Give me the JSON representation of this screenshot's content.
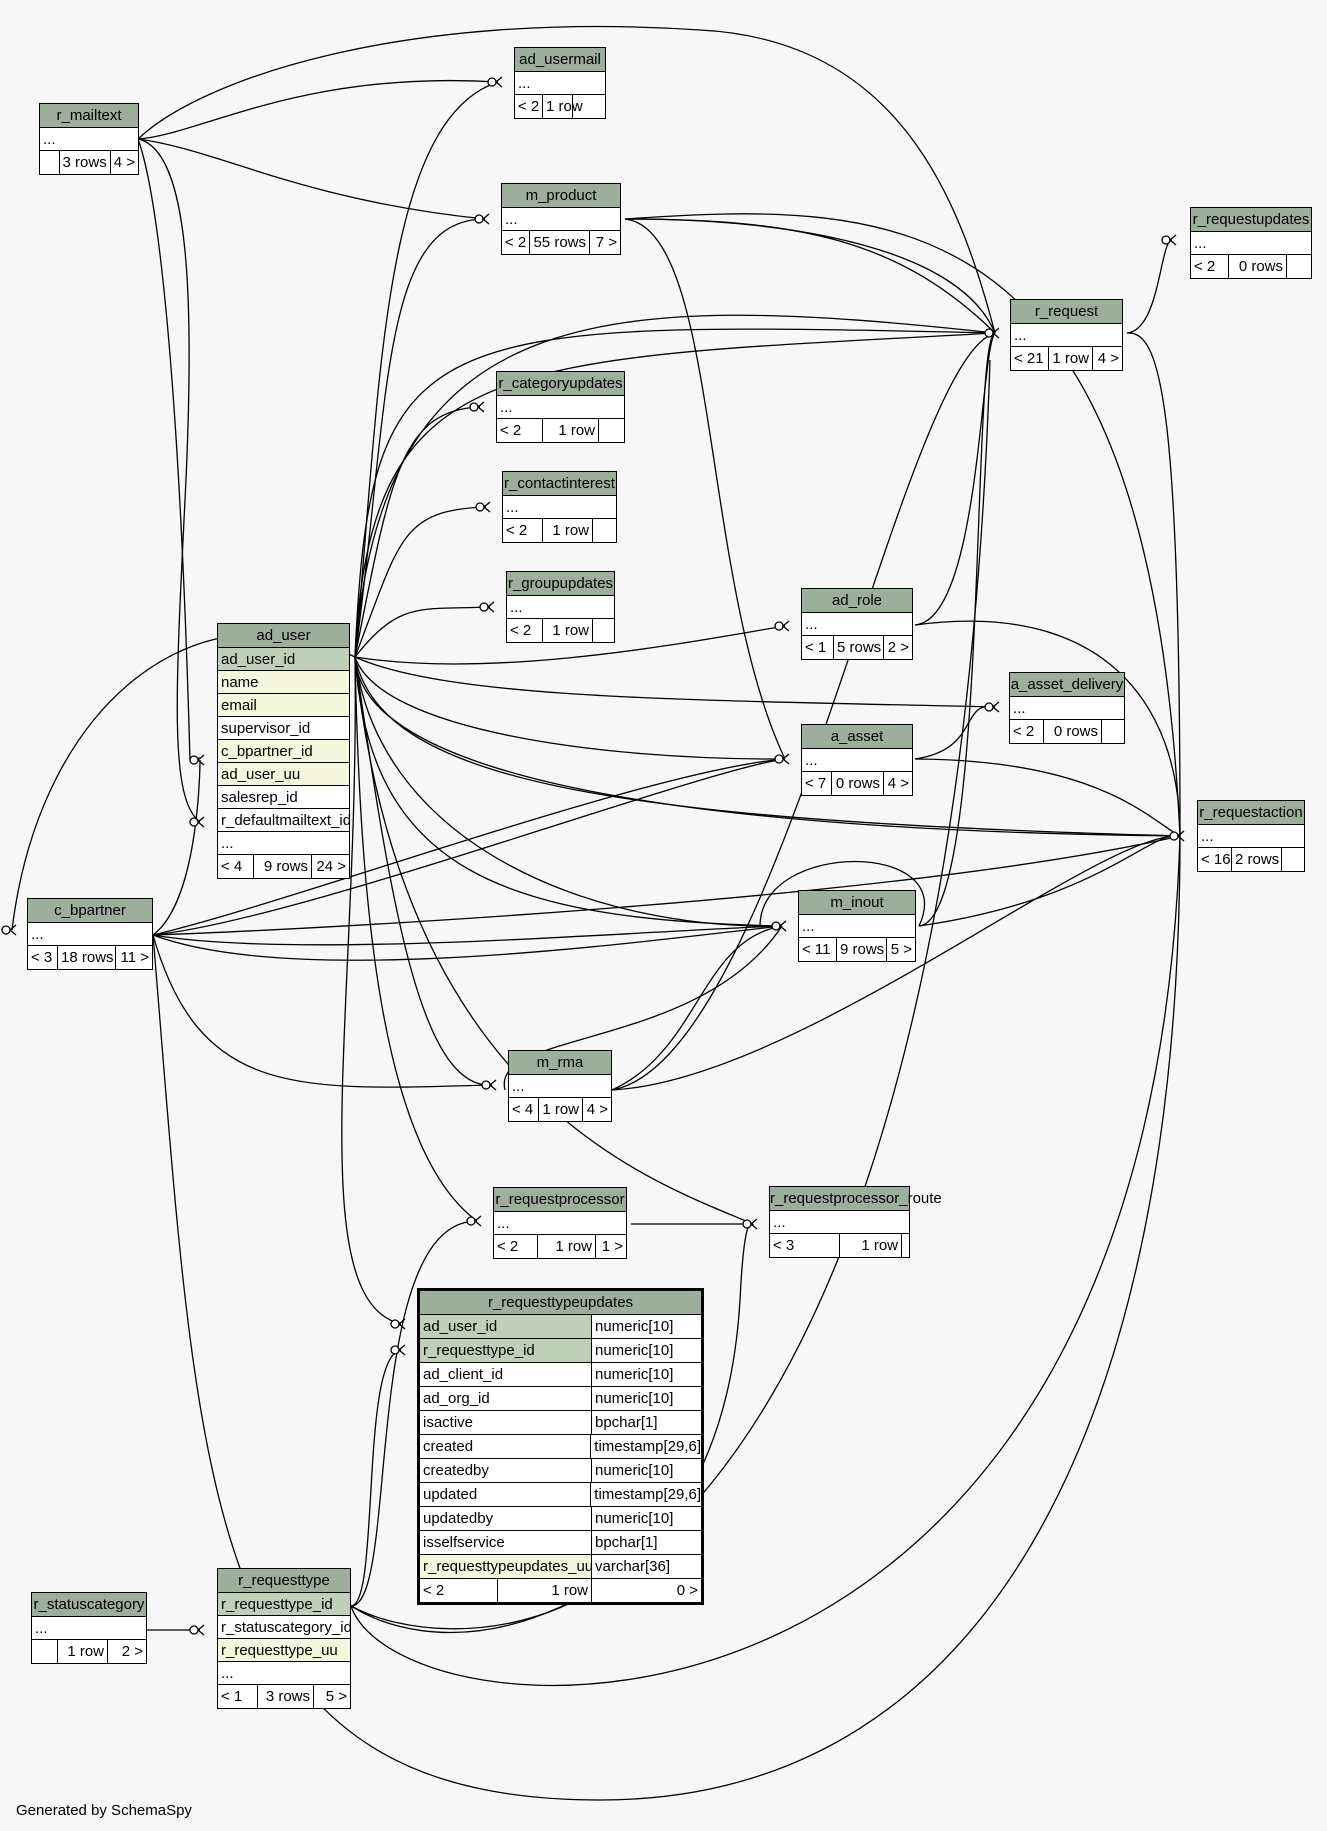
{
  "footer": "Generated by SchemaSpy",
  "tables": {
    "ad_usermail": {
      "title": "ad_usermail",
      "rows": [
        {
          "t": "...",
          "k": "plain"
        }
      ],
      "foot": [
        "< 2",
        "1 row",
        ""
      ]
    },
    "r_mailtext": {
      "title": "r_mailtext",
      "rows": [
        {
          "t": "...",
          "k": "plain"
        }
      ],
      "foot": [
        "",
        "3 rows",
        "4 >"
      ]
    },
    "m_product": {
      "title": "m_product",
      "rows": [
        {
          "t": "...",
          "k": "plain"
        }
      ],
      "foot": [
        "< 2",
        "55 rows",
        "7 >"
      ]
    },
    "r_requestupdates": {
      "title": "r_requestupdates",
      "rows": [
        {
          "t": "...",
          "k": "plain"
        }
      ],
      "foot": [
        "< 2",
        "0 rows",
        ""
      ]
    },
    "r_request": {
      "title": "r_request",
      "rows": [
        {
          "t": "...",
          "k": "plain"
        }
      ],
      "foot": [
        "< 21",
        "1 row",
        "4 >"
      ]
    },
    "r_categoryupdates": {
      "title": "r_categoryupdates",
      "rows": [
        {
          "t": "...",
          "k": "plain"
        }
      ],
      "foot": [
        "< 2",
        "1 row",
        ""
      ]
    },
    "r_contactinterest": {
      "title": "r_contactinterest",
      "rows": [
        {
          "t": "...",
          "k": "plain"
        }
      ],
      "foot": [
        "< 2",
        "1 row",
        ""
      ]
    },
    "r_groupupdates": {
      "title": "r_groupupdates",
      "rows": [
        {
          "t": "...",
          "k": "plain"
        }
      ],
      "foot": [
        "< 2",
        "1 row",
        ""
      ]
    },
    "ad_role": {
      "title": "ad_role",
      "rows": [
        {
          "t": "...",
          "k": "plain"
        }
      ],
      "foot": [
        "< 1",
        "5 rows",
        "2 >"
      ]
    },
    "a_asset_delivery": {
      "title": "a_asset_delivery",
      "rows": [
        {
          "t": "...",
          "k": "plain"
        }
      ],
      "foot": [
        "< 2",
        "0 rows",
        ""
      ]
    },
    "ad_user": {
      "title": "ad_user",
      "rows": [
        {
          "t": "ad_user_id",
          "k": "pk"
        },
        {
          "t": "name",
          "k": "uq"
        },
        {
          "t": "email",
          "k": "uq"
        },
        {
          "t": "supervisor_id",
          "k": "plain"
        },
        {
          "t": "c_bpartner_id",
          "k": "uq"
        },
        {
          "t": "ad_user_uu",
          "k": "uq"
        },
        {
          "t": "salesrep_id",
          "k": "plain"
        },
        {
          "t": "r_defaultmailtext_id",
          "k": "plain"
        },
        {
          "t": "...",
          "k": "plain"
        }
      ],
      "foot": [
        "< 4",
        "9 rows",
        "24 >"
      ]
    },
    "a_asset": {
      "title": "a_asset",
      "rows": [
        {
          "t": "...",
          "k": "plain"
        }
      ],
      "foot": [
        "< 7",
        "0 rows",
        "4 >"
      ]
    },
    "r_requestaction": {
      "title": "r_requestaction",
      "rows": [
        {
          "t": "...",
          "k": "plain"
        }
      ],
      "foot": [
        "< 16",
        "2 rows",
        ""
      ]
    },
    "c_bpartner": {
      "title": "c_bpartner",
      "rows": [
        {
          "t": "...",
          "k": "plain"
        }
      ],
      "foot": [
        "< 3",
        "18 rows",
        "11 >"
      ]
    },
    "m_inout": {
      "title": "m_inout",
      "rows": [
        {
          "t": "...",
          "k": "plain"
        }
      ],
      "foot": [
        "< 11",
        "9 rows",
        "5 >"
      ]
    },
    "m_rma": {
      "title": "m_rma",
      "rows": [
        {
          "t": "...",
          "k": "plain"
        }
      ],
      "foot": [
        "< 4",
        "1 row",
        "4 >"
      ]
    },
    "r_requestprocessor": {
      "title": "r_requestprocessor",
      "rows": [
        {
          "t": "...",
          "k": "plain"
        }
      ],
      "foot": [
        "< 2",
        "1 row",
        "1 >"
      ]
    },
    "r_requestprocessor_route": {
      "title": "r_requestprocessor_route",
      "rows": [
        {
          "t": "...",
          "k": "plain"
        }
      ],
      "foot": [
        "< 3",
        "1 row",
        ""
      ]
    },
    "r_statuscategory": {
      "title": "r_statuscategory",
      "rows": [
        {
          "t": "...",
          "k": "plain"
        }
      ],
      "foot": [
        "",
        "1 row",
        "2 >"
      ]
    },
    "r_requesttype": {
      "title": "r_requesttype",
      "rows": [
        {
          "t": "r_requesttype_id",
          "k": "pk"
        },
        {
          "t": "r_statuscategory_id",
          "k": "plain"
        },
        {
          "t": "r_requesttype_uu",
          "k": "uq"
        },
        {
          "t": "...",
          "k": "plain"
        }
      ],
      "foot": [
        "< 1",
        "3 rows",
        "5 >"
      ]
    }
  },
  "focus": {
    "title": "r_requesttypeupdates",
    "columns": [
      {
        "name": "ad_user_id",
        "type": "numeric[10]",
        "k": "pk"
      },
      {
        "name": "r_requesttype_id",
        "type": "numeric[10]",
        "k": "pk"
      },
      {
        "name": "ad_client_id",
        "type": "numeric[10]",
        "k": "plain"
      },
      {
        "name": "ad_org_id",
        "type": "numeric[10]",
        "k": "plain"
      },
      {
        "name": "isactive",
        "type": "bpchar[1]",
        "k": "plain"
      },
      {
        "name": "created",
        "type": "timestamp[29,6]",
        "k": "plain"
      },
      {
        "name": "createdby",
        "type": "numeric[10]",
        "k": "plain"
      },
      {
        "name": "updated",
        "type": "timestamp[29,6]",
        "k": "plain"
      },
      {
        "name": "updatedby",
        "type": "numeric[10]",
        "k": "plain"
      },
      {
        "name": "isselfservice",
        "type": "bpchar[1]",
        "k": "plain"
      },
      {
        "name": "r_requesttypeupdates_uu",
        "type": "varchar[36]",
        "k": "uq"
      }
    ],
    "foot": [
      "< 2",
      "1 row",
      "0 >"
    ]
  }
}
